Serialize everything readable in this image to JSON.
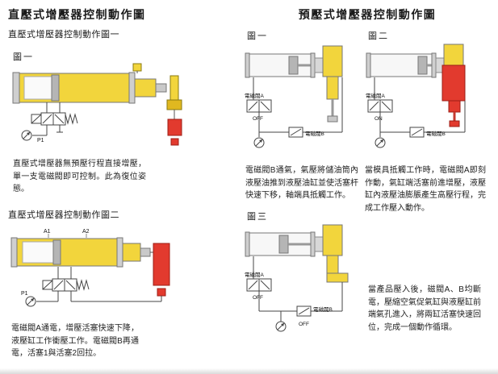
{
  "left": {
    "title": "直壓式增壓器控制動作圖",
    "subtitle1": "直壓式增壓器控制動作圖一",
    "subtitle2": "直壓式增壓器控制動作圖二",
    "fig1": {
      "label": "圖一",
      "caption": "直壓式增壓器無預壓行程直接增壓，單一支電磁閥即可控制。此為復位姿態。"
    },
    "fig2": {
      "caption": "電磁閥A通電，增壓活塞快速下降，液壓缸工作衝壓工作。電磁閥B再通電，活塞1與活塞2回拉。"
    }
  },
  "right": {
    "title": "預壓式增壓器控制動作圖",
    "fig1": {
      "label": "圖一",
      "valve_a_state": "OFF",
      "caption": "電磁閥B通氣，氣壓將儲油筒內液壓油推到液壓油缸並使活塞杆快速下移，軸端具抵觸工作。"
    },
    "fig2": {
      "label": "圖二",
      "valve_a_state": "ON",
      "caption": "當模具抵觸工作時，電磁閥A即刻作動，氣缸端活塞前進增壓，液壓缸內液壓油膨脹產生高壓行程，完成工作壓入動作。"
    },
    "fig3": {
      "label": "圖三",
      "valve_a_state": "OFF",
      "valve_b_state": "OFF",
      "caption": "當產品壓入後，磁閥A、B均斷電，壓縮空氣促氣缸與液壓缸前端氣孔進入，將兩缸活塞快速回位，完成一個動作循環。"
    }
  },
  "labels": {
    "p1": "P1",
    "a1": "A1",
    "a2": "A2",
    "valve_a": "電磁閥A",
    "valve_b": "電磁閥B"
  },
  "colors": {
    "oil_yellow": "#f2d53c",
    "pressure_red": "#e23a2e",
    "line_gray": "#555555"
  }
}
